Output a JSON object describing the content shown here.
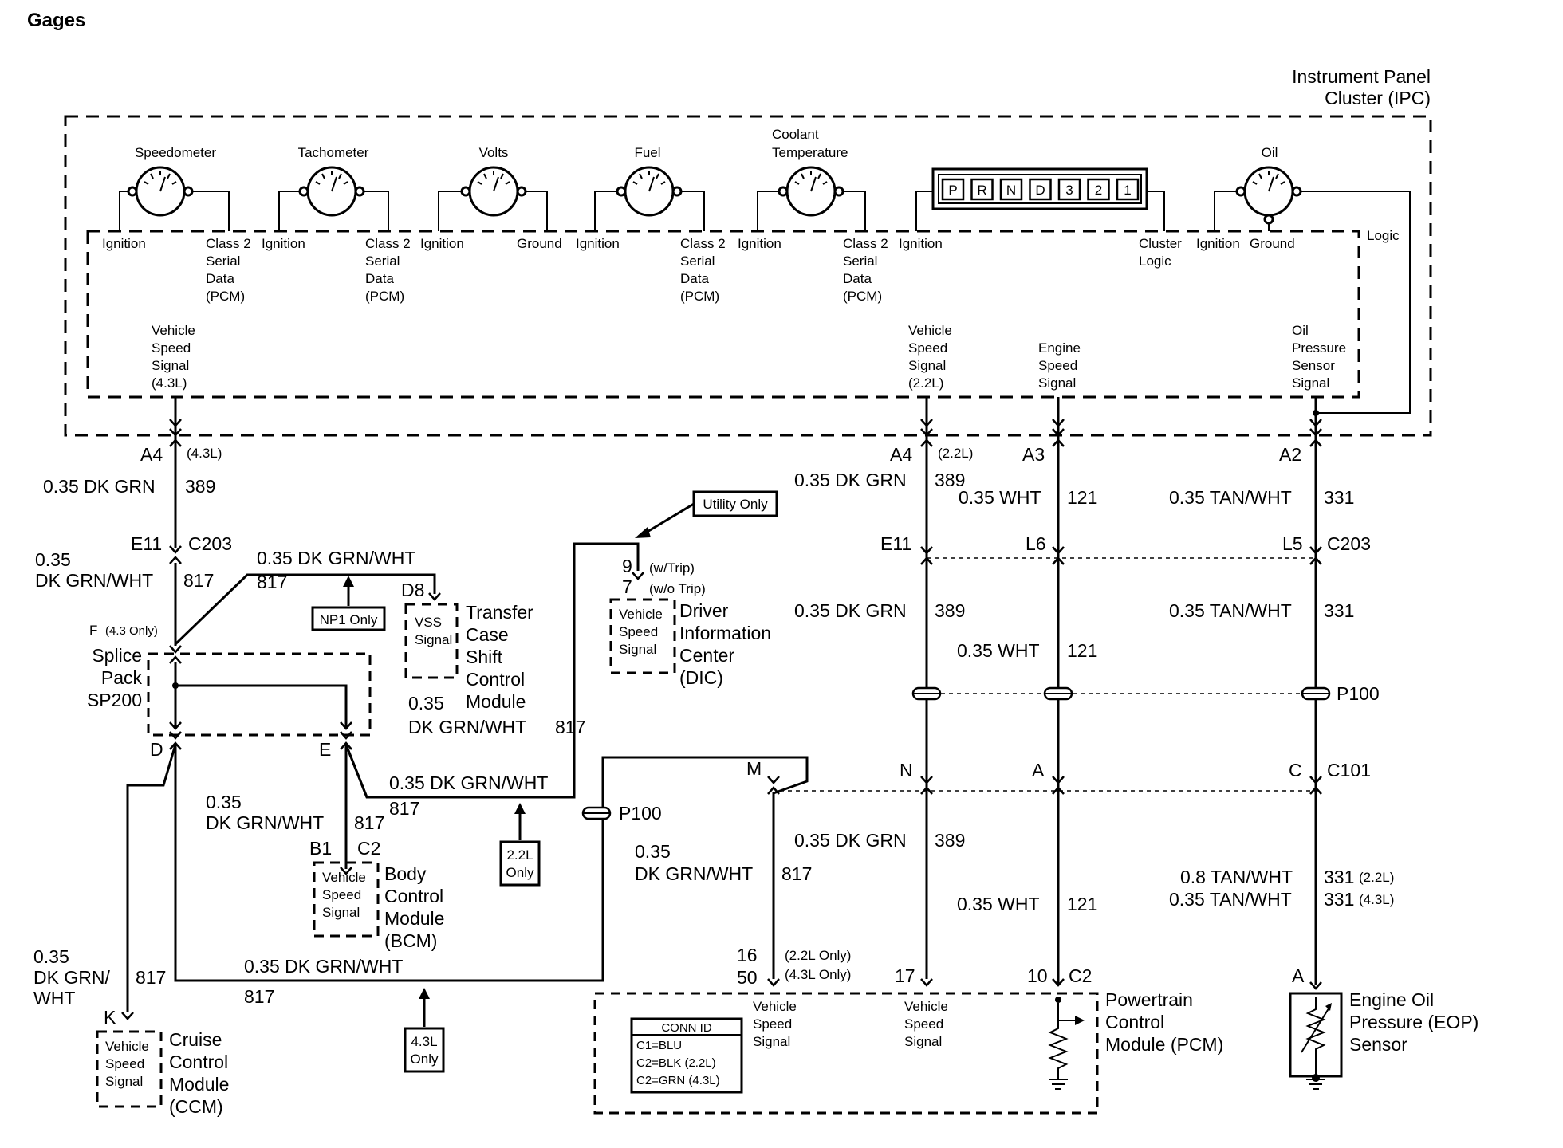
{
  "title": "Gages",
  "ipc": {
    "name_line1": "Instrument Panel",
    "name_line2": "Cluster (IPC)",
    "gauges": [
      {
        "label": "Speedometer",
        "left": "Ignition",
        "right": [
          "Class 2",
          "Serial",
          "Data",
          "(PCM)"
        ]
      },
      {
        "label": "Tachometer",
        "left": "Ignition",
        "right": [
          "Class 2",
          "Serial",
          "Data",
          "(PCM)"
        ]
      },
      {
        "label": "Volts",
        "left": "Ignition",
        "right": [
          "Ground"
        ]
      },
      {
        "label": "Fuel",
        "left": "Ignition",
        "right": [
          "Class 2",
          "Serial",
          "Data",
          "(PCM)"
        ]
      },
      {
        "label_line1": "Coolant",
        "label": "Temperature",
        "left": "Ignition",
        "right": [
          "Class 2",
          "Serial",
          "Data",
          "(PCM)"
        ]
      },
      {
        "label": "Oil",
        "left": "Ignition",
        "right": [
          "Ground"
        ]
      }
    ],
    "prndl": [
      "P",
      "R",
      "N",
      "D",
      "3",
      "2",
      "1"
    ],
    "prndl_left": "Ignition",
    "prndl_right": [
      "Cluster",
      "Logic"
    ],
    "logic": "Logic",
    "vss_43": [
      "Vehicle",
      "Speed",
      "Signal",
      "(4.3L)"
    ],
    "vss_22": [
      "Vehicle",
      "Speed",
      "Signal",
      "(2.2L)"
    ],
    "ess": [
      "Engine",
      "Speed",
      "Signal"
    ],
    "ops": [
      "Oil",
      "Pressure",
      "Sensor",
      "Signal"
    ]
  },
  "left_circuit": {
    "pin": "A4",
    "pin_note": "(4.3L)",
    "wire": "0.35 DK GRN",
    "wire_num": "389",
    "conn_pin": "E11",
    "conn": "C203",
    "wire2_a": "0.35",
    "wire2_b": "DK GRN/WHT",
    "wire2_num": "817",
    "top_wire": "0.35 DK GRN/WHT",
    "top_num": "817",
    "f_pin": "F",
    "f_note": "(4.3 Only)",
    "splice": [
      "Splice",
      "Pack",
      "SP200"
    ],
    "pin_d": "D",
    "pin_e": "E",
    "np1": "NP1 Only",
    "tccm_pin": "D8",
    "tccm_sig": [
      "VSS",
      "Signal"
    ],
    "tccm_name": [
      "Transfer",
      "Case",
      "Shift",
      "Control",
      "Module"
    ],
    "dic_wire_a": "0.35",
    "dic_wire_b": "DK GRN/WHT",
    "dic_num": "817",
    "utility": "Utility Only",
    "dic_pin9": "9",
    "dic_pin9_note": "(w/Trip)",
    "dic_pin7": "7",
    "dic_pin7_note": "(w/o Trip)",
    "dic_sig": [
      "Vehicle",
      "Speed",
      "Signal"
    ],
    "dic_name": [
      "Driver",
      "Information",
      "Center",
      "(DIC)"
    ],
    "e_wire": "0.35 DK GRN/WHT",
    "e_num": "817",
    "only22": [
      "2.2L",
      "Only"
    ],
    "bcm_wire_a": "0.35",
    "bcm_wire_b": "DK GRN/WHT",
    "bcm_num": "817",
    "bcm_pin_b1": "B1",
    "bcm_pin_c2": "C2",
    "bcm_sig": [
      "Vehicle",
      "Speed",
      "Signal"
    ],
    "bcm_name": [
      "Body",
      "Control",
      "Module",
      "(BCM)"
    ],
    "p100": "P100",
    "m_pin": "M",
    "pcm_wire_a": "0.35",
    "pcm_wire_b": "DK GRN/WHT",
    "pcm_num": "817",
    "ccm_wire_a": "0.35",
    "ccm_wire_b": "DK GRN/",
    "ccm_wire_c": "WHT",
    "ccm_num": "817",
    "bottom_wire": "0.35 DK GRN/WHT",
    "bottom_num": "817",
    "only43": [
      "4.3L",
      "Only"
    ],
    "ccm_pin": "K",
    "ccm_sig": [
      "Vehicle",
      "Speed",
      "Signal"
    ],
    "ccm_name": [
      "Cruise",
      "Control",
      "Module",
      "(CCM)"
    ]
  },
  "right_circuits": {
    "a4": "A4",
    "a4_note": "(2.2L)",
    "a3": "A3",
    "a2": "A2",
    "w389": "0.35 DK GRN",
    "n389": "389",
    "w121": "0.35 WHT",
    "n121": "121",
    "w331": "0.35 TAN/WHT",
    "n331": "331",
    "e11": "E11",
    "l6": "L6",
    "l5": "L5",
    "c203": "C203",
    "p100": "P100",
    "n_pin": "N",
    "a_pin": "A",
    "c_pin": "C",
    "c101": "C101",
    "w331_22": "0.8 TAN/WHT",
    "n331_22": "331",
    "n331_22_note": "(2.2L)",
    "w331_43": "0.35 TAN/WHT",
    "n331_43": "331",
    "n331_43_note": "(4.3L)"
  },
  "pcm": {
    "pin16": "16",
    "pin16_note": "(2.2L Only)",
    "pin50": "50",
    "pin50_note": "(4.3L Only)",
    "pin17": "17",
    "pin10": "10",
    "conn": "C2",
    "vss1": [
      "Vehicle",
      "Speed",
      "Signal"
    ],
    "vss2": [
      "Vehicle",
      "Speed",
      "Signal"
    ],
    "name": [
      "Powertrain",
      "Control",
      "Module (PCM)"
    ],
    "conn_id": [
      "CONN ID",
      "C1=BLU",
      "C2=BLK (2.2L)",
      "C2=GRN (4.3L)"
    ]
  },
  "eop": {
    "pin": "A",
    "name": [
      "Engine Oil",
      "Pressure (EOP)",
      "Sensor"
    ]
  }
}
